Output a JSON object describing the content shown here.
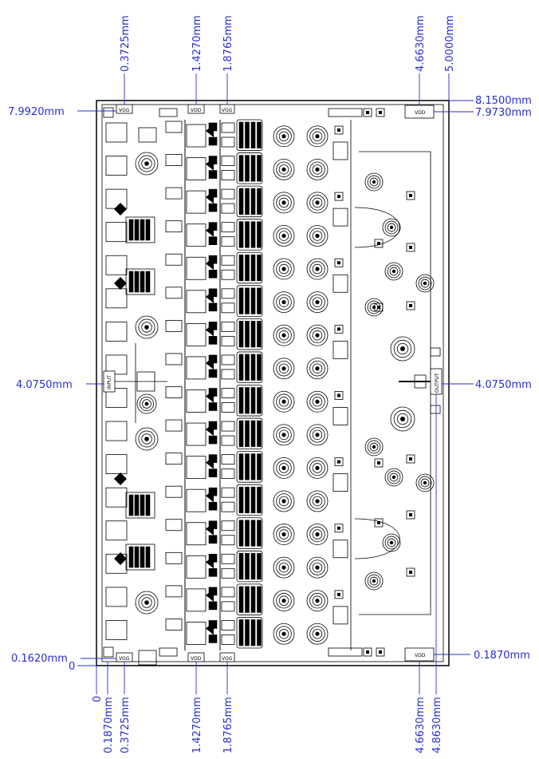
{
  "dimension_labels": {
    "left": {
      "top_vgg_edge": "7.9920mm",
      "center": "4.0750mm",
      "bottom_vgg_edge": "0.1620mm",
      "origin": "0"
    },
    "right": {
      "top_edge": "8.1500mm",
      "top_vdd": "7.9730mm",
      "center": "4.0750mm",
      "bottom_vdd": "0.1870mm"
    },
    "top": {
      "vgg_left": "0.3725mm",
      "vdd_mid": "1.4270mm",
      "vgg_mid": "1.8765mm",
      "vdd_right": "4.6630mm",
      "right_edge": "5.0000mm"
    },
    "bottom": {
      "origin": "0",
      "vdd_left": "0.1870mm",
      "vgg_left": "0.3725mm",
      "vdd_mid": "1.4270mm",
      "vgg_mid": "1.8765mm",
      "vdd_right": "4.6630mm",
      "output": "4.8630mm"
    }
  },
  "pad_labels": {
    "vgg": "VGG",
    "vdd": "VDD",
    "input": "INPUT",
    "output": "OUTPUT"
  },
  "colors": {
    "dimension": "#2b2bd6",
    "outline": "#000000",
    "fill": "#000000",
    "background": "#ffffff"
  }
}
